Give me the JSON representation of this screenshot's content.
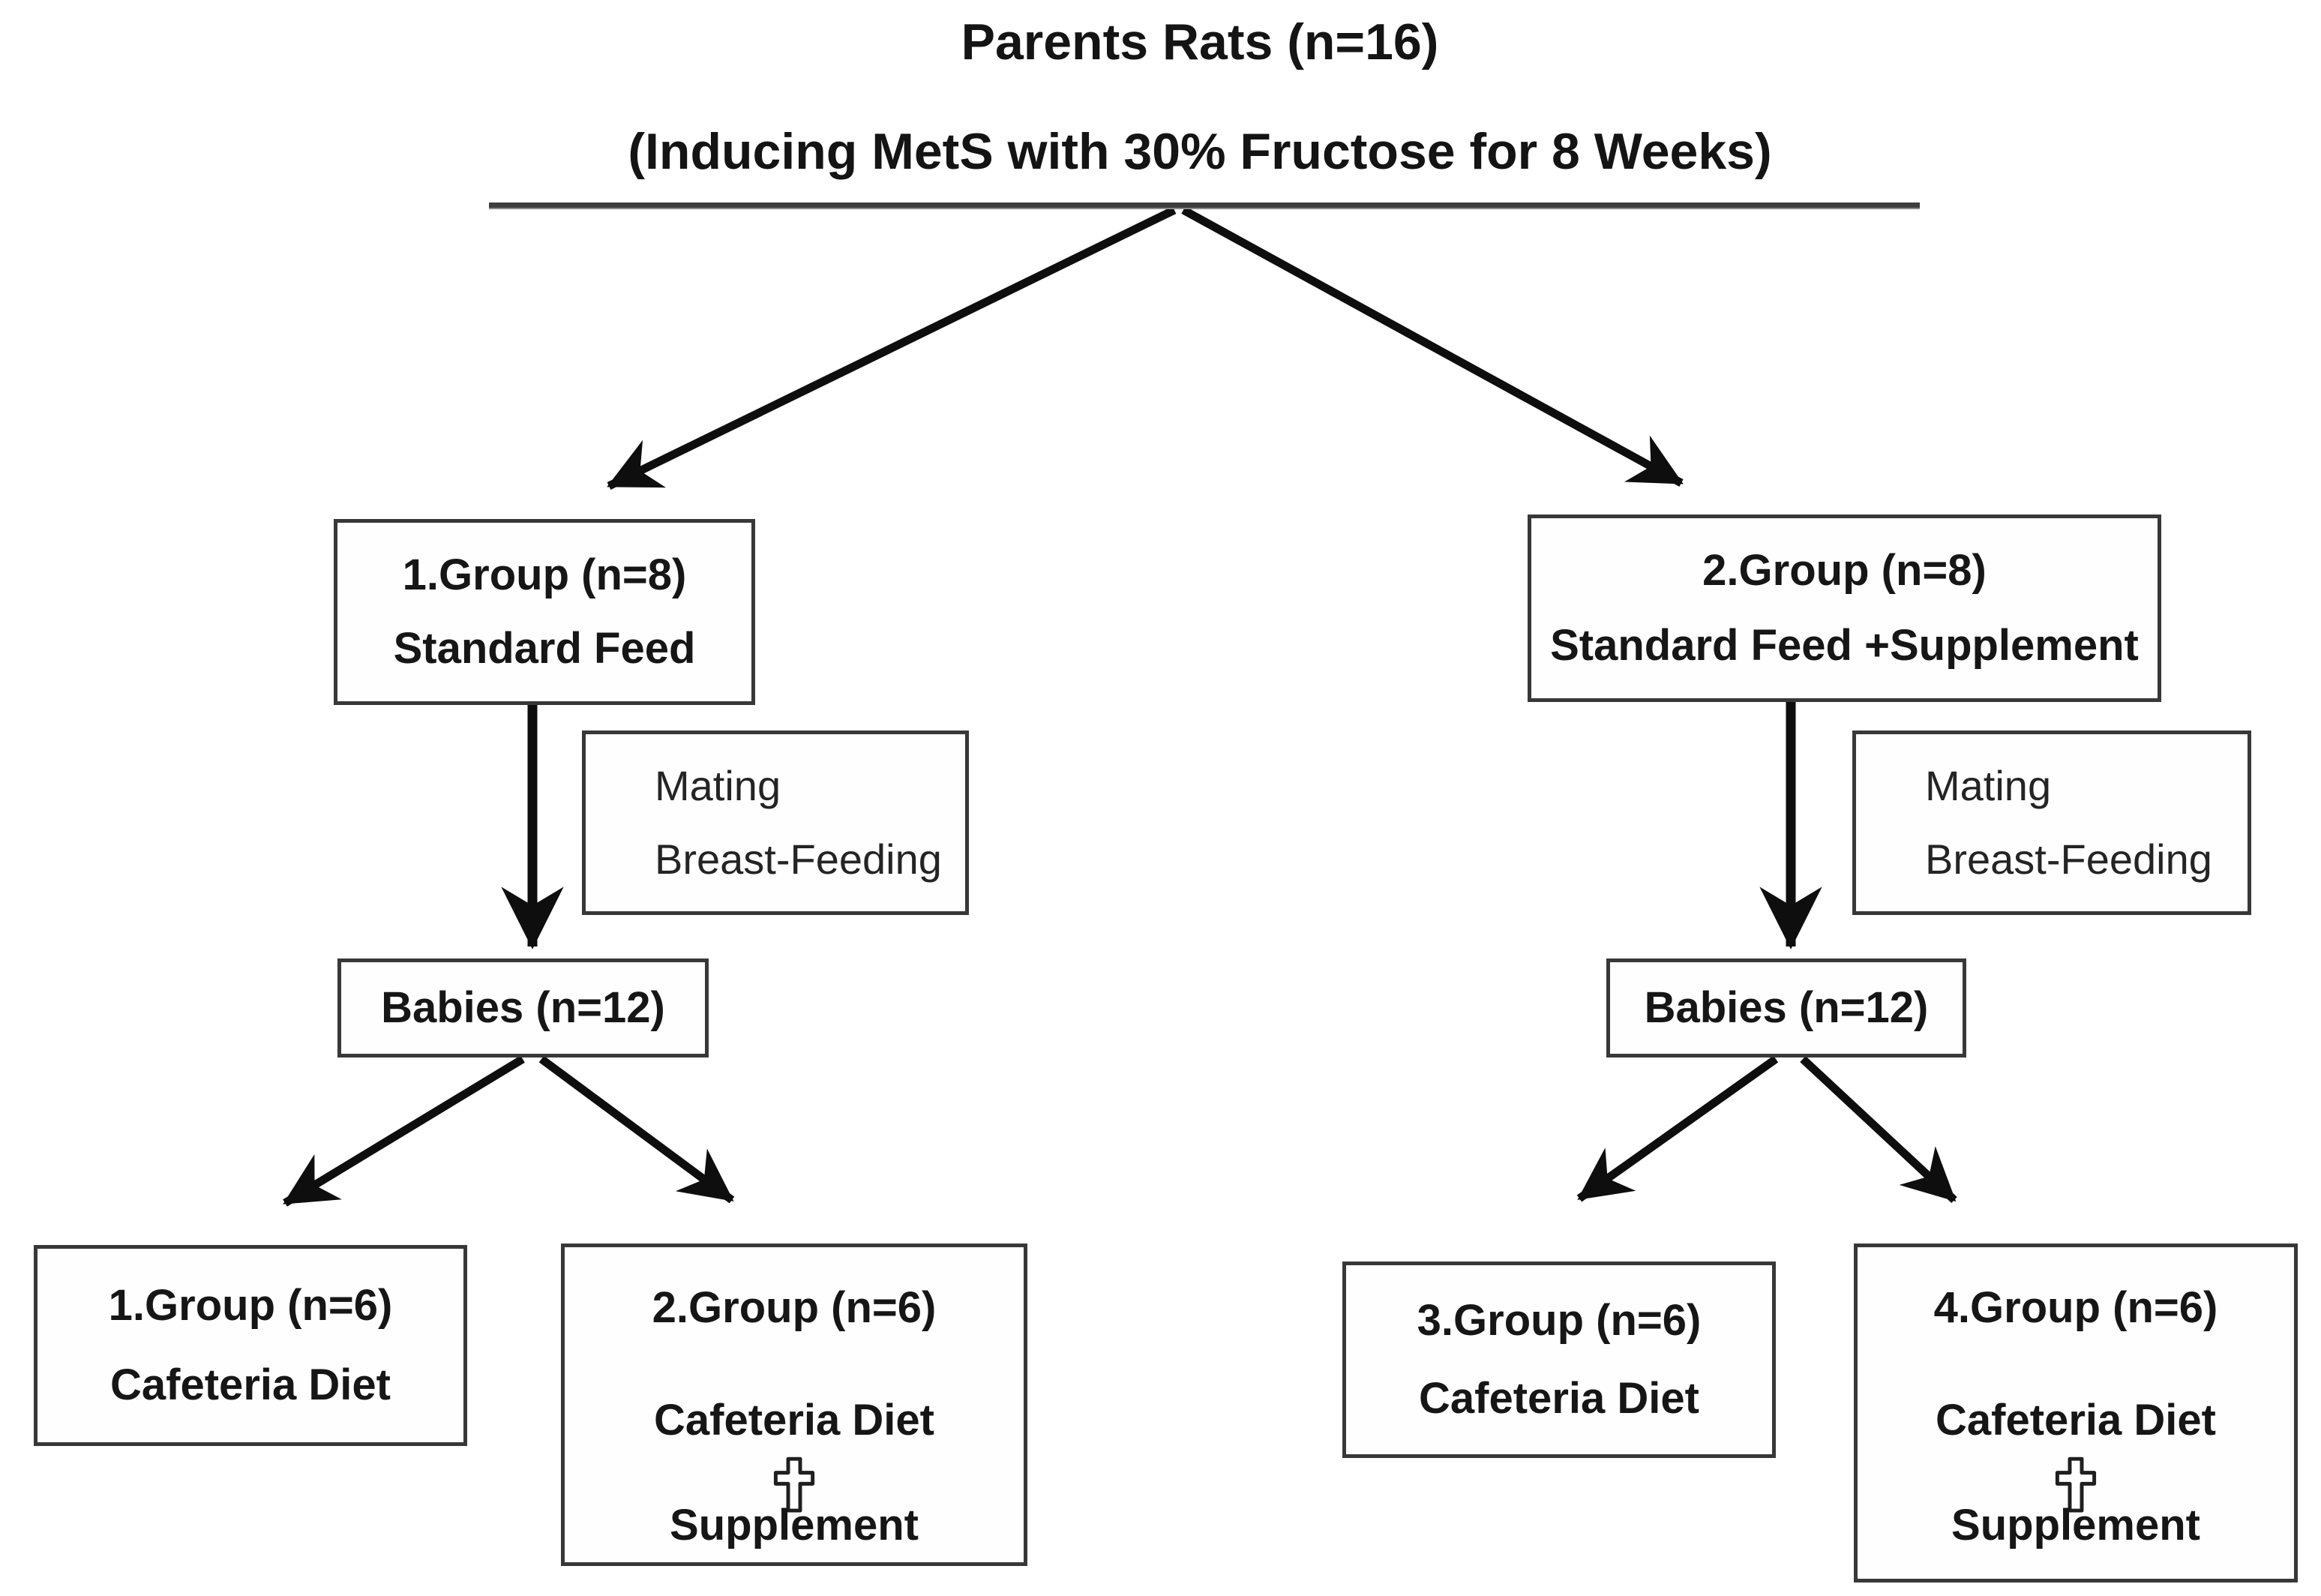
{
  "colors": {
    "ink": "#161616",
    "box_border": "#383838",
    "arrow": "#0e0e0e",
    "background": "#ffffff"
  },
  "header": {
    "title": "Parents Rats (n=16)",
    "subtitle": "(Inducing MetS with 30% Fructose for 8 Weeks)"
  },
  "icons": {
    "supplement_separator": "plus-cross-icon"
  },
  "branches": [
    {
      "side": "left",
      "parent": {
        "line1": "1.Group (n=8)",
        "line2": "Standard Feed"
      },
      "process": {
        "line1": "Mating",
        "line2": "Breast-Feeding"
      },
      "offspring": {
        "label": "Babies (n=12)"
      },
      "children": [
        {
          "line1": "1.Group (n=6)",
          "line2": "Cafeteria Diet"
        },
        {
          "line1": "2.Group (n=6)",
          "line2": "Cafeteria Diet",
          "line3": "Supplement"
        }
      ]
    },
    {
      "side": "right",
      "parent": {
        "line1": "2.Group (n=8)",
        "line2": "Standard Feed +Supplement"
      },
      "process": {
        "line1": "Mating",
        "line2": "Breast-Feeding"
      },
      "offspring": {
        "label": "Babies (n=12)"
      },
      "children": [
        {
          "line1": "3.Group (n=6)",
          "line2": "Cafeteria Diet"
        },
        {
          "line1": "4.Group (n=6)",
          "line2": "Cafeteria Diet",
          "line3": "Supplement"
        }
      ]
    }
  ]
}
